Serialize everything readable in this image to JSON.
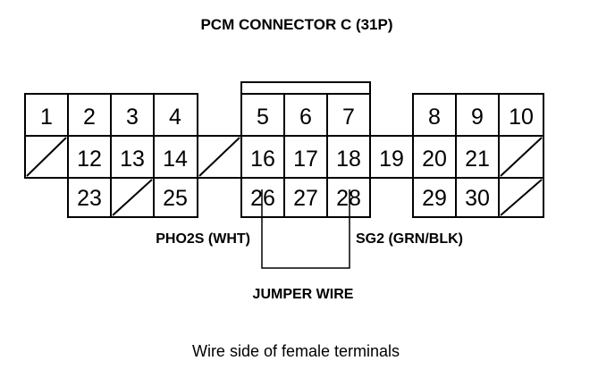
{
  "title": "PCM CONNECTOR C (31P)",
  "pins": {
    "p1": "1",
    "p2": "2",
    "p3": "3",
    "p4": "4",
    "p5": "5",
    "p6": "6",
    "p7": "7",
    "p8": "8",
    "p9": "9",
    "p10": "10",
    "p12": "12",
    "p13": "13",
    "p14": "14",
    "p16": "16",
    "p17": "17",
    "p18": "18",
    "p19": "19",
    "p20": "20",
    "p21": "21",
    "p23": "23",
    "p25": "25",
    "p26": "26",
    "p27": "27",
    "p28": "28",
    "p29": "29",
    "p30": "30"
  },
  "labels": {
    "pho2s": "PHO2S (WHT)",
    "sg2": "SG2 (GRN/BLK)",
    "jumper": "JUMPER WIRE"
  },
  "caption": "Wire side of female terminals"
}
